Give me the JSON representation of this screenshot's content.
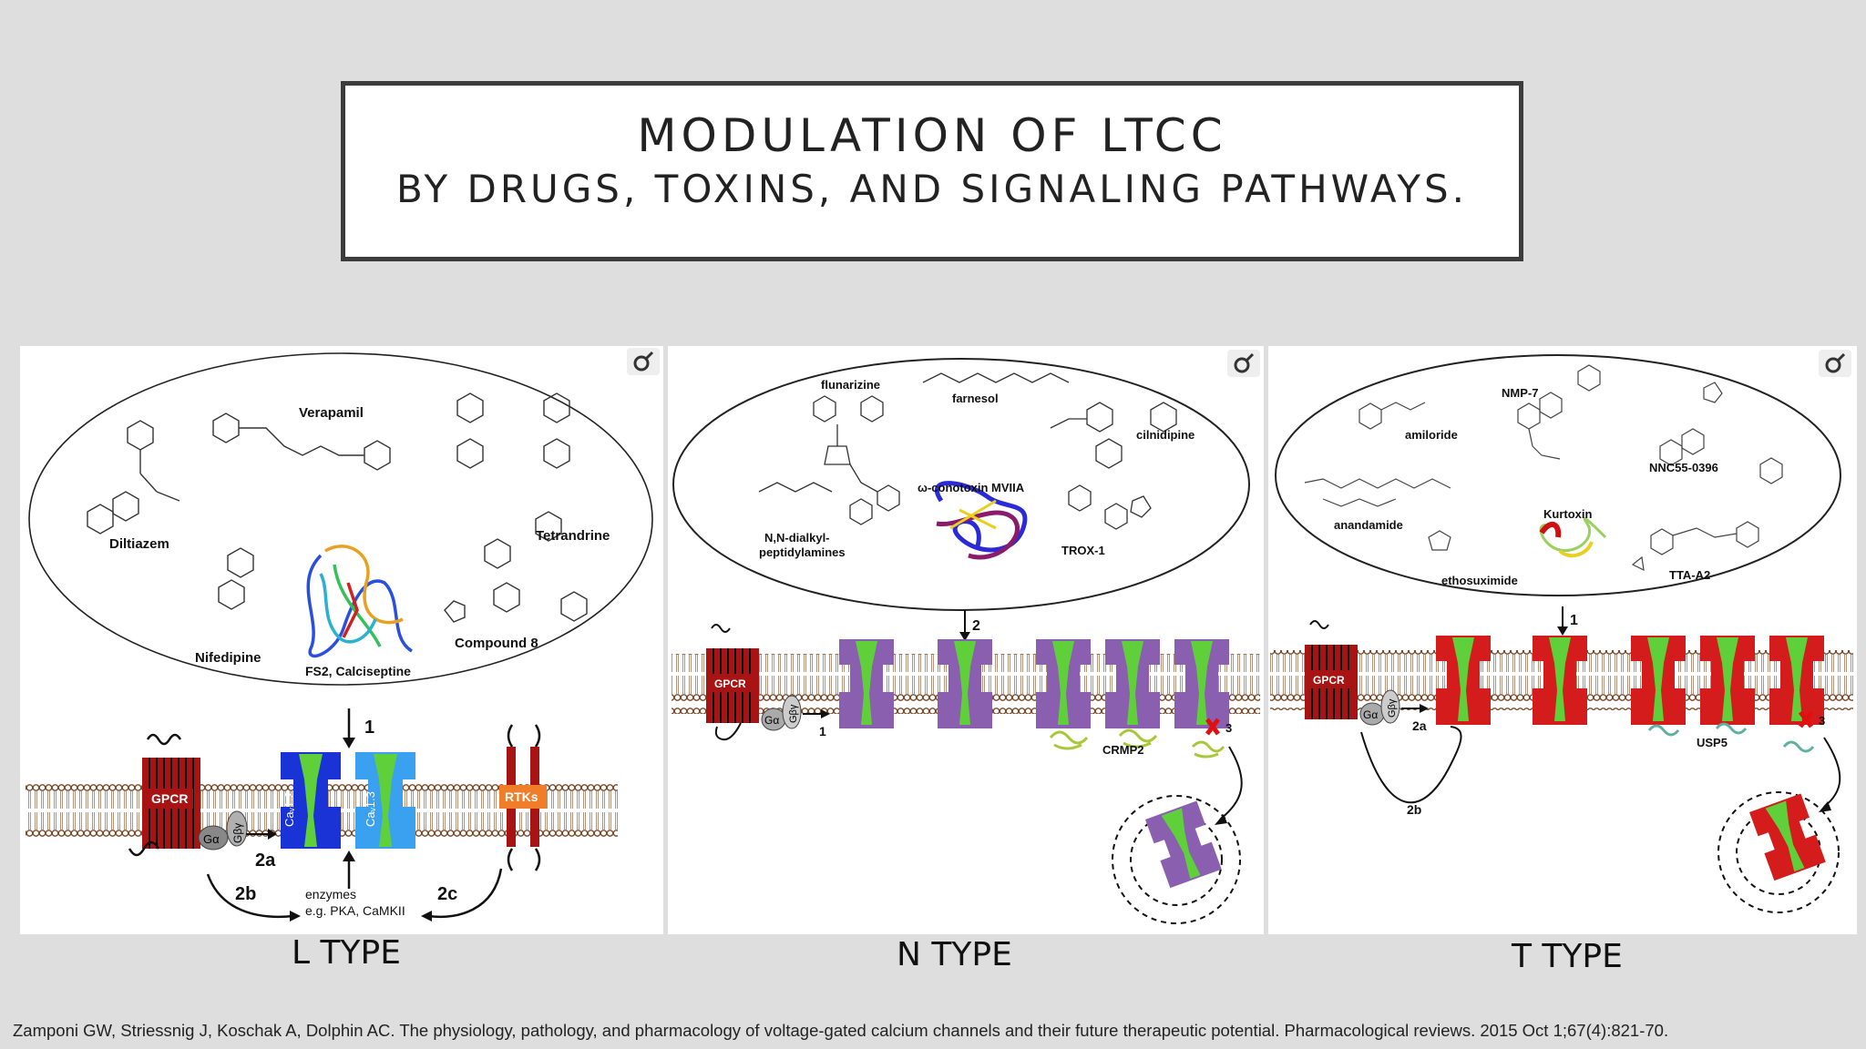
{
  "title": {
    "line1": "MODULATION OF LTCC",
    "line2": "BY DRUGS, TOXINS, AND SIGNALING PATHWAYS."
  },
  "panels": [
    {
      "caption": "L TYPE",
      "compounds": [
        "Verapamil",
        "Diltiazem",
        "Tetrandrine",
        "Nifedipine",
        "FS2, Calciseptine",
        "Compound 8"
      ],
      "channels": [
        "Caᵥ1.2",
        "Caᵥ1.3"
      ],
      "labels": {
        "gpcr": "GPCR",
        "ga": "Gα",
        "gby": "Gβγ",
        "rtk": "RTKs",
        "arrow1": "1",
        "arrow2a": "2a",
        "arrow2b": "2b",
        "arrow2c": "2c",
        "enzymes1": "enzymes",
        "enzymes2": "e.g. PKA, CaMKII"
      }
    },
    {
      "caption": "N TYPE",
      "compounds": [
        "flunarizine",
        "farnesol",
        "cilnidipine",
        "ω-conotoxin MVIIA",
        "N,N-dialkyl-",
        "peptidylamines",
        "TROX-1"
      ],
      "labels": {
        "gpcr": "GPCR",
        "ga": "Gα",
        "gby": "Gβγ",
        "arrow1": "1",
        "arrow2": "2",
        "arrow3": "3",
        "partner": "CRMP2"
      }
    },
    {
      "caption": "T TYPE",
      "compounds": [
        "NMP-7",
        "amiloride",
        "NNC55-0396",
        "anandamide",
        "Kurtoxin",
        "ethosuximide",
        "TTA-A2"
      ],
      "labels": {
        "gpcr": "GPCR",
        "ga": "Gα",
        "gby": "Gβγ",
        "arrow1": "1",
        "arrow2a": "2a",
        "arrow2b": "2b",
        "arrow3": "3",
        "partner": "USP5"
      }
    }
  ],
  "citation": "Zamponi GW, Striessnig J, Koschak A, Dolphin AC. The physiology, pathology, and pharmacology of voltage-gated calcium channels and their future therapeutic potential. Pharmacological reviews. 2015 Oct 1;67(4):821-70.",
  "colors": {
    "l_channel_dark": "#1a33d6",
    "l_channel_light": "#3aa0f0",
    "n_channel": "#8a5fb0",
    "t_channel": "#d41c1c",
    "pore": "#5fd03a",
    "gpcr": "#a81414",
    "rtk_label": "#f07d2a"
  },
  "icons": [
    "magnify-icon"
  ]
}
